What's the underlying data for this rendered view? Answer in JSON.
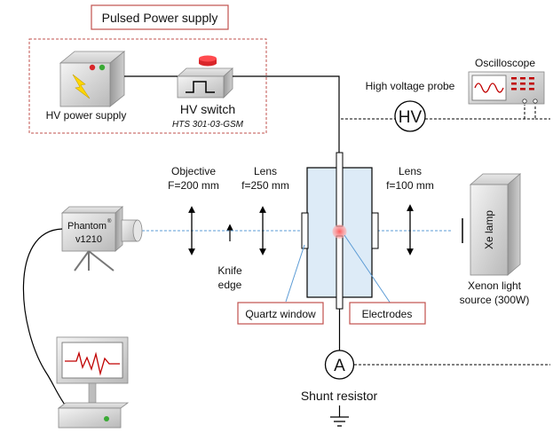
{
  "labels": {
    "pulsed_power_supply": "Pulsed Power supply",
    "hv_power_supply": "HV power supply",
    "hv_switch": "HV switch",
    "hv_switch_model": "HTS 301-03-GSM",
    "high_voltage_probe": "High voltage probe",
    "hv_symbol": "HV",
    "oscilloscope": "Oscilloscope",
    "objective": "Objective",
    "objective_f": "F=200 mm",
    "lens1": "Lens",
    "lens1_f": "f=250 mm",
    "lens2": "Lens",
    "lens2_f": "f=100 mm",
    "camera_brand": "Phantom",
    "camera_reg": "®",
    "camera_model": "v1210",
    "knife_edge_1": "Knife",
    "knife_edge_2": "edge",
    "quartz_window": "Quartz window",
    "electrodes": "Electrodes",
    "xe_lamp": "Xe lamp",
    "xenon_source_1": "Xenon light",
    "xenon_source_2": "source (300W)",
    "ammeter_symbol": "A",
    "shunt_resistor": "Shunt resistor"
  },
  "colors": {
    "label_box_border": "#c0504d",
    "dashed_box_border": "#c0504d",
    "optical_axis": "#5b9bd5",
    "chamber_fill": "#ddebf7",
    "spark": "#ff8a8a",
    "waveform": "#c00000",
    "lightning": "#ffd700",
    "switch_button": "#d9262a"
  }
}
